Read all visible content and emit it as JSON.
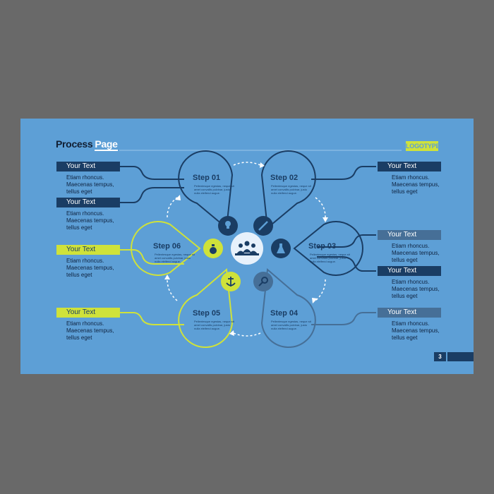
{
  "header": {
    "title_part1": "Process",
    "title_part2": "Page",
    "logotype": "LOGOTYPE"
  },
  "colors": {
    "background": "#5d9fd6",
    "dark": "#1a3d64",
    "accent": "#cfe23a",
    "mid": "#466f97",
    "outer": "#696969"
  },
  "steps": [
    {
      "label": "Step 01",
      "text": "Pellentesque egestas, neque sit amet convallis pulvinar, justo nulla eleifend augue."
    },
    {
      "label": "Step 02",
      "text": "Pellentesque egestas, neque sit amet convallis pulvinar, justo nulla eleifend augue."
    },
    {
      "label": "Step 03",
      "text": "Pellentesque egestas, neque sit amet convallis pulvinar, justo nulla eleifend augue."
    },
    {
      "label": "Step 04",
      "text": "Pellentesque egestas, neque sit amet convallis pulvinar, justo nulla eleifend augue."
    },
    {
      "label": "Step 05",
      "text": "Pellentesque egestas, neque sit amet convallis pulvinar, justo nulla eleifend augue."
    },
    {
      "label": "Step 06",
      "text": "Pellentesque egestas, neque sit amet convallis pulvinar, justo nulla eleifend augue."
    }
  ],
  "callouts": {
    "left_1": {
      "title": "Your Text",
      "body_1": "Etiam rhoncus.",
      "body_2": "Maecenas tempus,",
      "body_3": "tellus eget"
    },
    "left_2": {
      "title": "Your Text",
      "body_1": "Etiam rhoncus.",
      "body_2": "Maecenas tempus,",
      "body_3": "tellus eget"
    },
    "left_3": {
      "title": "Your Text",
      "body_1": "Etiam rhoncus.",
      "body_2": "Maecenas tempus,",
      "body_3": "tellus eget"
    },
    "left_4": {
      "title": "Your Text",
      "body_1": "Etiam rhoncus.",
      "body_2": "Maecenas tempus,",
      "body_3": "tellus eget"
    },
    "right_1": {
      "title": "Your Text",
      "body_1": "Etiam rhoncus.",
      "body_2": "Maecenas tempus,",
      "body_3": "tellus eget"
    },
    "right_2": {
      "title": "Your Text",
      "body_1": "Etiam rhoncus.",
      "body_2": "Maecenas tempus,",
      "body_3": "tellus eget"
    },
    "right_3": {
      "title": "Your Text",
      "body_1": "Etiam rhoncus.",
      "body_2": "Maecenas tempus,",
      "body_3": "tellus eget"
    },
    "right_4": {
      "title": "Your Text",
      "body_1": "Etiam rhoncus.",
      "body_2": "Maecenas tempus,",
      "body_3": "tellus eget"
    }
  },
  "icons": {
    "center": "team-icon",
    "step01": "lightbulb-icon",
    "step02": "pen-icon",
    "step03": "flask-icon",
    "step04": "magnifier-icon",
    "step05": "anchor-icon",
    "step06": "money-bag-icon"
  },
  "page_number": "3"
}
